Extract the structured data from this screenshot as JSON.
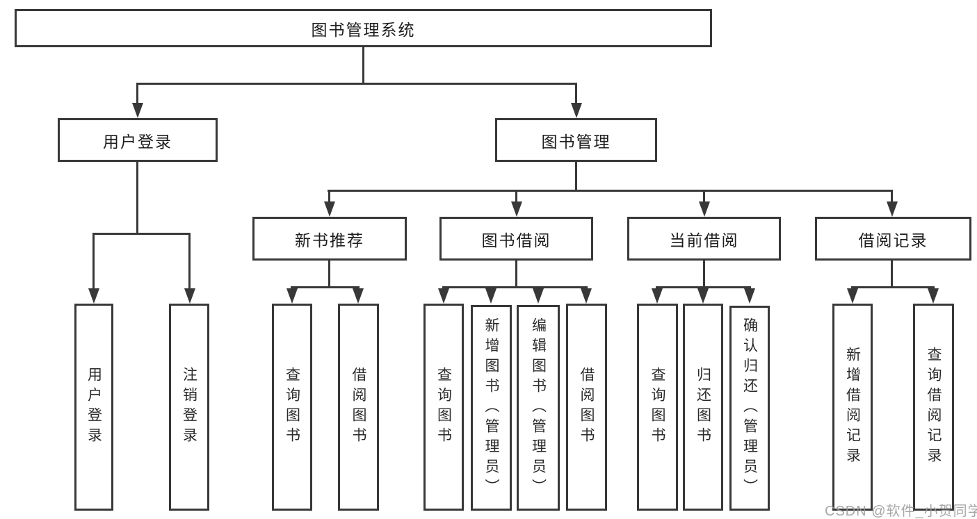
{
  "diagram": {
    "root": "图书管理系统",
    "level2": {
      "user_login": "用户登录",
      "book_mgmt": "图书管理"
    },
    "level3": {
      "new_book_rec": "新书推荐",
      "book_borrow": "图书借阅",
      "current_borrow": "当前借阅",
      "borrow_record": "借阅记录"
    },
    "leaves": {
      "user_login": "用户登录",
      "logout": "注销登录",
      "rec_query_book": "查询图书",
      "rec_borrow_book": "借阅图书",
      "borrow_query_book": "查询图书",
      "borrow_add_book": "新增图书（管理员）",
      "borrow_edit_book": "编辑图书（管理员）",
      "borrow_borrow_book": "借阅图书",
      "current_query_book": "查询图书",
      "current_return_book": "归还图书",
      "current_confirm_return": "确认归还（管理员）",
      "record_add": "新增借阅记录",
      "record_query": "查询借阅记录"
    }
  },
  "watermark": "CSDN @软件_小贺同学",
  "colors": {
    "line": "#383838",
    "text": "#1e1e1e",
    "watermark": "#9b9b9b",
    "background": "#ffffff"
  }
}
